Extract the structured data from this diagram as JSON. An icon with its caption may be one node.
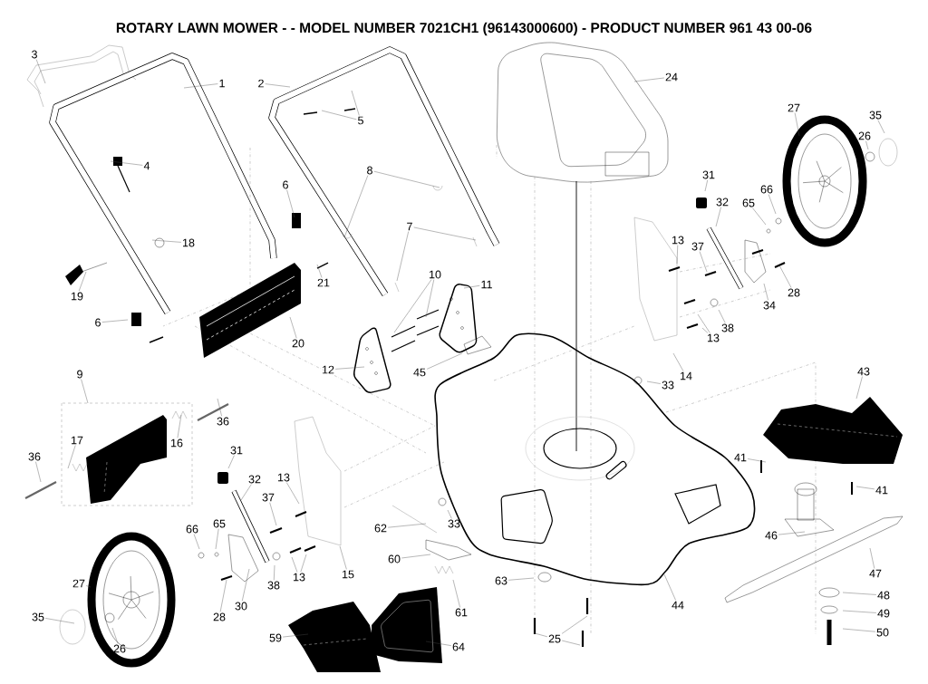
{
  "diagram": {
    "title": "ROTARY LAWN MOWER - - MODEL NUMBER 7021CH1 (96143000600) - PRODUCT NUMBER 961 43 00-06",
    "nodes": [
      {
        "text": [
          "1"
        ]
      },
      {
        "text": [
          "2"
        ]
      },
      {
        "text": [
          "3"
        ]
      },
      {
        "text": [
          "4"
        ]
      },
      {
        "text": [
          "5"
        ]
      },
      {
        "text": [
          "6"
        ]
      },
      {
        "text": [
          "8"
        ]
      },
      {
        "text": [
          "7"
        ]
      },
      {
        "text": [
          "18"
        ]
      },
      {
        "text": [
          "19"
        ]
      },
      {
        "text": [
          "21"
        ]
      },
      {
        "text": [
          "6"
        ]
      },
      {
        "text": [
          "20"
        ]
      },
      {
        "text": [
          "10"
        ]
      },
      {
        "text": [
          "11"
        ]
      },
      {
        "text": [
          "12"
        ]
      },
      {
        "text": [
          "45"
        ]
      },
      {
        "text": [
          "9"
        ]
      },
      {
        "text": [
          "36"
        ]
      },
      {
        "text": [
          "16"
        ]
      },
      {
        "text": [
          "17"
        ]
      },
      {
        "text": [
          "36"
        ]
      },
      {
        "text": [
          "31"
        ]
      },
      {
        "text": [
          "32"
        ]
      },
      {
        "text": [
          "13"
        ]
      },
      {
        "text": [
          "37"
        ]
      },
      {
        "text": [
          "66"
        ]
      },
      {
        "text": [
          "65"
        ]
      },
      {
        "text": [
          "27"
        ]
      },
      {
        "text": [
          "15"
        ]
      },
      {
        "text": [
          "13"
        ]
      },
      {
        "text": [
          "38"
        ]
      },
      {
        "text": [
          "30"
        ]
      },
      {
        "text": [
          "28"
        ]
      },
      {
        "text": [
          "35"
        ]
      },
      {
        "text": [
          "26"
        ]
      },
      {
        "text": [
          "59"
        ]
      },
      {
        "text": [
          "64"
        ]
      },
      {
        "text": [
          "61"
        ]
      },
      {
        "text": [
          "60"
        ]
      },
      {
        "text": [
          "62"
        ]
      },
      {
        "text": [
          "33"
        ]
      },
      {
        "text": [
          "63"
        ]
      },
      {
        "text": [
          "25"
        ]
      },
      {
        "text": [
          "44"
        ]
      },
      {
        "text": [
          "24"
        ]
      },
      {
        "text": [
          "27"
        ]
      },
      {
        "text": [
          "35"
        ]
      },
      {
        "text": [
          "26"
        ]
      },
      {
        "text": [
          "31"
        ]
      },
      {
        "text": [
          "32"
        ]
      },
      {
        "text": [
          "65"
        ]
      },
      {
        "text": [
          "66"
        ]
      },
      {
        "text": [
          "13"
        ]
      },
      {
        "text": [
          "37"
        ]
      },
      {
        "text": [
          "28"
        ]
      },
      {
        "text": [
          "34"
        ]
      },
      {
        "text": [
          "38"
        ]
      },
      {
        "text": [
          "13"
        ]
      },
      {
        "text": [
          "14"
        ]
      },
      {
        "text": [
          "33"
        ]
      },
      {
        "text": [
          "43"
        ]
      },
      {
        "text": [
          "41"
        ]
      },
      {
        "text": [
          "41"
        ]
      },
      {
        "text": [
          "46"
        ]
      },
      {
        "text": [
          "47"
        ]
      },
      {
        "text": [
          "48"
        ]
      },
      {
        "text": [
          "49"
        ]
      },
      {
        "text": [
          "50"
        ]
      }
    ],
    "edges": [
      {
        "from": 0,
        "to": null,
        "arrow": "none"
      },
      {
        "from": 1,
        "to": null,
        "arrow": "none"
      },
      {
        "from": 2,
        "to": null,
        "arrow": "none"
      },
      {
        "from": 3,
        "to": null,
        "arrow": "none"
      },
      {
        "from": 4,
        "to": null,
        "arrow": "none"
      },
      {
        "from": 4,
        "to": null,
        "arrow": "none"
      },
      {
        "from": 5,
        "to": null,
        "arrow": "none"
      },
      {
        "from": 6,
        "to": null,
        "arrow": "none"
      },
      {
        "from": 6,
        "to": null,
        "arrow": "none"
      },
      {
        "from": 7,
        "to": null,
        "arrow": "none"
      },
      {
        "from": 7,
        "to": null,
        "arrow": "none"
      },
      {
        "from": 8,
        "to": null,
        "arrow": "none"
      },
      {
        "from": 9,
        "to": null,
        "arrow": "none"
      },
      {
        "from": 10,
        "to": null,
        "arrow": "none"
      },
      {
        "from": 11,
        "to": null,
        "arrow": "none"
      },
      {
        "from": 12,
        "to": null,
        "arrow": "none"
      },
      {
        "from": 13,
        "to": null,
        "arrow": "none"
      },
      {
        "from": 13,
        "to": null,
        "arrow": "none"
      },
      {
        "from": 14,
        "to": null,
        "arrow": "none"
      },
      {
        "from": 15,
        "to": null,
        "arrow": "none"
      },
      {
        "from": 16,
        "to": null,
        "arrow": "none"
      },
      {
        "from": 17,
        "to": null,
        "arrow": "none"
      },
      {
        "from": 18,
        "to": null,
        "arrow": "none"
      },
      {
        "from": 19,
        "to": null,
        "arrow": "none"
      },
      {
        "from": 20,
        "to": null,
        "arrow": "none"
      },
      {
        "from": 21,
        "to": null,
        "arrow": "none"
      },
      {
        "from": 22,
        "to": null,
        "arrow": "none"
      },
      {
        "from": 23,
        "to": null,
        "arrow": "none"
      },
      {
        "from": 24,
        "to": null,
        "arrow": "none"
      },
      {
        "from": 25,
        "to": null,
        "arrow": "none"
      },
      {
        "from": 26,
        "to": null,
        "arrow": "none"
      },
      {
        "from": 27,
        "to": null,
        "arrow": "none"
      },
      {
        "from": 28,
        "to": null,
        "arrow": "none"
      },
      {
        "from": 29,
        "to": null,
        "arrow": "none"
      },
      {
        "from": 30,
        "to": null,
        "arrow": "none"
      },
      {
        "from": 30,
        "to": null,
        "arrow": "none"
      },
      {
        "from": 31,
        "to": null,
        "arrow": "none"
      },
      {
        "from": 32,
        "to": null,
        "arrow": "none"
      },
      {
        "from": 33,
        "to": null,
        "arrow": "none"
      },
      {
        "from": 34,
        "to": null,
        "arrow": "none"
      },
      {
        "from": 35,
        "to": null,
        "arrow": "none"
      },
      {
        "from": 36,
        "to": null,
        "arrow": "none"
      },
      {
        "from": 37,
        "to": null,
        "arrow": "none"
      },
      {
        "from": 38,
        "to": null,
        "arrow": "none"
      },
      {
        "from": 39,
        "to": null,
        "arrow": "none"
      },
      {
        "from": 40,
        "to": null,
        "arrow": "none"
      },
      {
        "from": 41,
        "to": null,
        "arrow": "none"
      },
      {
        "from": 42,
        "to": null,
        "arrow": "none"
      },
      {
        "from": 43,
        "to": null,
        "arrow": "none"
      },
      {
        "from": 43,
        "to": null,
        "arrow": "none"
      },
      {
        "from": 43,
        "to": null,
        "arrow": "none"
      },
      {
        "from": 44,
        "to": null,
        "arrow": "none"
      },
      {
        "from": 45,
        "to": null,
        "arrow": "none"
      },
      {
        "from": 46,
        "to": null,
        "arrow": "none"
      },
      {
        "from": 47,
        "to": null,
        "arrow": "none"
      },
      {
        "from": 48,
        "to": null,
        "arrow": "none"
      },
      {
        "from": 49,
        "to": null,
        "arrow": "none"
      },
      {
        "from": 50,
        "to": null,
        "arrow": "none"
      },
      {
        "from": 51,
        "to": null,
        "arrow": "none"
      },
      {
        "from": 52,
        "to": null,
        "arrow": "none"
      },
      {
        "from": 53,
        "to": null,
        "arrow": "none"
      },
      {
        "from": 54,
        "to": null,
        "arrow": "none"
      },
      {
        "from": 55,
        "to": null,
        "arrow": "none"
      },
      {
        "from": 56,
        "to": null,
        "arrow": "none"
      },
      {
        "from": 57,
        "to": null,
        "arrow": "none"
      },
      {
        "from": 58,
        "to": null,
        "arrow": "none"
      },
      {
        "from": 58,
        "to": null,
        "arrow": "none"
      },
      {
        "from": 59,
        "to": null,
        "arrow": "none"
      },
      {
        "from": 60,
        "to": null,
        "arrow": "none"
      },
      {
        "from": 61,
        "to": null,
        "arrow": "none"
      },
      {
        "from": 62,
        "to": null,
        "arrow": "none"
      },
      {
        "from": 63,
        "to": null,
        "arrow": "none"
      },
      {
        "from": 64,
        "to": null,
        "arrow": "none"
      },
      {
        "from": 65,
        "to": null,
        "arrow": "none"
      },
      {
        "from": 66,
        "to": null,
        "arrow": "none"
      },
      {
        "from": 67,
        "to": null,
        "arrow": "none"
      },
      {
        "from": 68,
        "to": null,
        "arrow": "none"
      }
    ]
  }
}
